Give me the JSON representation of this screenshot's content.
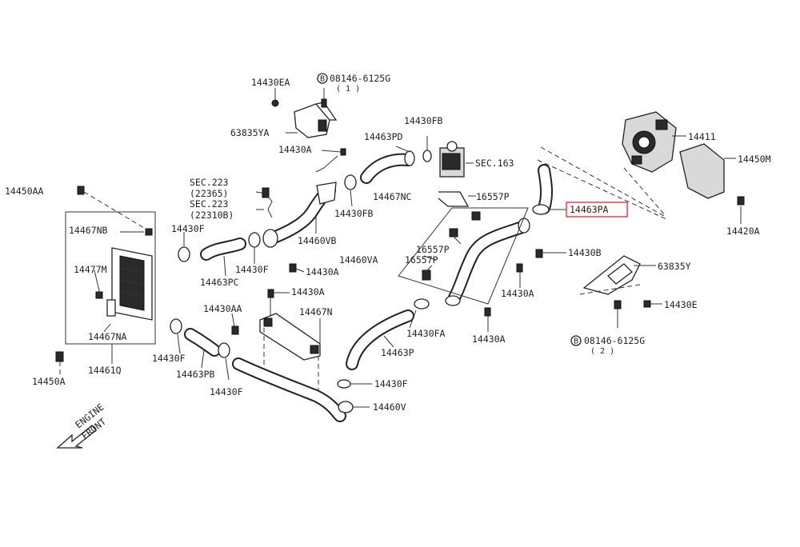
{
  "highlight_color": "#e8242c",
  "labels": {
    "l_14430EA": "14430EA",
    "l_08146_top": "08146-6125G",
    "l_08146_top_q": "( 1 )",
    "l_63835YA": "63835YA",
    "l_14430A_top": "14430A",
    "l_14463PD": "14463PD",
    "l_14430FB_top": "14430FB",
    "l_SEC163": "SEC.163",
    "l_14411": "14411",
    "l_14450M": "14450M",
    "l_14450AA": "14450AA",
    "l_SEC223_a": "SEC.223",
    "l_22365": "(22365)",
    "l_SEC223_b": "SEC.223",
    "l_22310B": "(22310B)",
    "l_14467NC": "14467NC",
    "l_16557P_top": "16557P",
    "l_14463PA": "14463PA",
    "l_14420A": "14420A",
    "l_14467NB": "14467NB",
    "l_14430F_a": "14430F",
    "l_14430FB_mid": "14430FB",
    "l_14460VB": "14460VB",
    "l_16557P_mid": "16557P",
    "l_14430B": "14430B",
    "l_14460VA": "14460VA",
    "l_16557P_low": "16557P",
    "l_63835Y": "63835Y",
    "l_14477M": "14477M",
    "l_14463PC": "14463PC",
    "l_14430F_b": "14430F",
    "l_14430A_mid": "14430A",
    "l_14430A_c": "14430A",
    "l_14430A_r": "14430A",
    "l_14430E": "14430E",
    "l_14430AA": "14430AA",
    "l_14467N": "14467N",
    "l_14430FA": "14430FA",
    "l_14430A_low": "14430A",
    "l_14467NA": "14467NA",
    "l_14430F_c": "14430F",
    "l_14463P": "14463P",
    "l_08146_low": "08146-6125G",
    "l_08146_low_q": "( 2 )",
    "l_14450A": "14450A",
    "l_14461Q": "14461Q",
    "l_14463PB": "14463PB",
    "l_14430F_d": "14430F",
    "l_14430F_e": "14430F",
    "l_14460V": "14460V",
    "l_engine": "ENGINE",
    "l_front": "FRONT",
    "l_B_top": "B",
    "l_B_low": "B"
  }
}
